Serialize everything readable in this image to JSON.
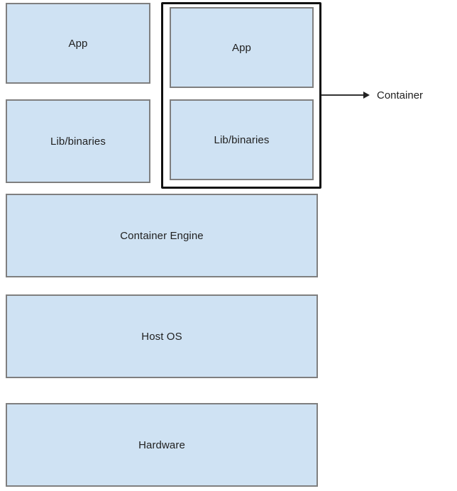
{
  "diagram": {
    "type": "container-architecture",
    "left_stack": {
      "app_label": "App",
      "libs_label": "Lib/binaries"
    },
    "container_group": {
      "app_label": "App",
      "libs_label": "Lib/binaries",
      "callout_label": "Container"
    },
    "layers": {
      "engine_label": "Container Engine",
      "host_os_label": "Host OS",
      "hardware_label": "Hardware"
    },
    "colors": {
      "box_fill": "#cfe2f3",
      "box_border": "#7f7f7f",
      "container_frame_border": "#111111",
      "arrow": "#333333",
      "text": "#212121",
      "background": "#ffffff"
    }
  }
}
